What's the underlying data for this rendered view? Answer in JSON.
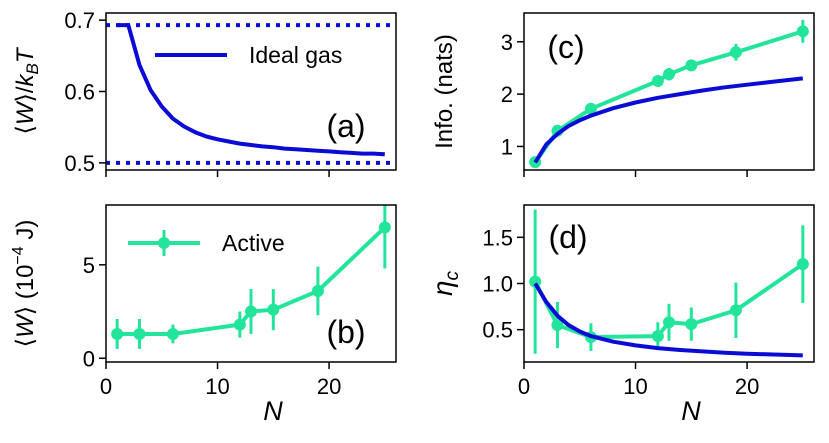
{
  "chart_data": [
    {
      "type": "line",
      "panel_label": "(a)",
      "ylabel": "⟨W⟩/kBT",
      "xlim": [
        0,
        26
      ],
      "ylim": [
        0.49,
        0.71
      ],
      "yticks": [
        0.5,
        0.6,
        0.7
      ],
      "yticklabels": [
        "0.5",
        "0.6",
        "0.7"
      ],
      "xticks": [
        0,
        10,
        20
      ],
      "show_xticklabels": false,
      "grid": false,
      "series": [
        {
          "name": "Ideal gas",
          "color": "#0b0bd6",
          "style": "solid",
          "x": [
            1,
            2,
            3,
            4,
            5,
            6,
            7,
            8,
            9,
            10,
            11,
            12,
            13,
            14,
            15,
            16,
            17,
            18,
            19,
            20,
            21,
            22,
            23,
            24,
            25
          ],
          "y": [
            0.693,
            0.693,
            0.637,
            0.602,
            0.579,
            0.562,
            0.551,
            0.543,
            0.537,
            0.533,
            0.53,
            0.527,
            0.525,
            0.523,
            0.522,
            0.52,
            0.519,
            0.518,
            0.517,
            0.516,
            0.515,
            0.514,
            0.513,
            0.513,
            0.512
          ]
        }
      ],
      "reference_lines": [
        {
          "y": 0.693,
          "color": "#0b0bd6",
          "style": "dotted"
        },
        {
          "y": 0.5,
          "color": "#0b0bd6",
          "style": "dotted"
        }
      ],
      "legend": {
        "placement": "top-right",
        "entries": [
          "Ideal gas"
        ]
      }
    },
    {
      "type": "line",
      "panel_label": "(b)",
      "ylabel": "⟨W⟩ (10−4 J)",
      "xlabel": "N",
      "xlim": [
        0,
        26
      ],
      "ylim": [
        -0.2,
        8.2
      ],
      "yticks": [
        0,
        5
      ],
      "yticklabels": [
        "0",
        "5"
      ],
      "xticks": [
        0,
        10,
        20
      ],
      "xticklabels": [
        "0",
        "10",
        "20"
      ],
      "grid": false,
      "series": [
        {
          "name": "Active",
          "color": "#22e59b",
          "style": "solid-markers-errorbars",
          "x": [
            1,
            3,
            6,
            12,
            13,
            15,
            19,
            25
          ],
          "y": [
            1.3,
            1.3,
            1.3,
            1.8,
            2.5,
            2.6,
            3.6,
            7.0
          ],
          "err": [
            0.8,
            0.8,
            0.5,
            0.7,
            1.2,
            1.1,
            1.3,
            2.2
          ]
        }
      ],
      "legend": {
        "placement": "top-left",
        "entries": [
          "Active"
        ]
      }
    },
    {
      "type": "line",
      "panel_label": "(c)",
      "ylabel": "Info. (nats)",
      "xlim": [
        0,
        26
      ],
      "ylim": [
        0.55,
        3.55
      ],
      "yticks": [
        1,
        2,
        3
      ],
      "yticklabels": [
        "1",
        "2",
        "3"
      ],
      "xticks": [
        0,
        10,
        20
      ],
      "show_xticklabels": false,
      "grid": false,
      "series": [
        {
          "name": "Active",
          "color": "#22e59b",
          "style": "solid-markers-errorbars",
          "x": [
            1,
            3,
            6,
            12,
            13,
            15,
            19,
            25
          ],
          "y": [
            0.7,
            1.3,
            1.72,
            2.25,
            2.38,
            2.55,
            2.8,
            3.2
          ],
          "err": [
            0.05,
            0.05,
            0.05,
            0.1,
            0.12,
            0.1,
            0.16,
            0.22
          ]
        },
        {
          "name": "Ideal gas",
          "color": "#0b0bd6",
          "style": "solid",
          "x": [
            1,
            2,
            3,
            4,
            5,
            6,
            8,
            10,
            12,
            14,
            16,
            18,
            20,
            22,
            25
          ],
          "y": [
            0.693,
            1.04,
            1.24,
            1.39,
            1.5,
            1.59,
            1.73,
            1.84,
            1.93,
            2.0,
            2.07,
            2.13,
            2.18,
            2.23,
            2.3
          ]
        }
      ]
    },
    {
      "type": "line",
      "panel_label": "(d)",
      "ylabel": "ηc",
      "xlabel": "N",
      "xlim": [
        0,
        26
      ],
      "ylim": [
        0.15,
        1.85
      ],
      "yticks": [
        0.5,
        1.0,
        1.5
      ],
      "yticklabels": [
        "0.5",
        "1.0",
        "1.5"
      ],
      "xticks": [
        0,
        10,
        20
      ],
      "xticklabels": [
        "0",
        "10",
        "20"
      ],
      "grid": false,
      "series": [
        {
          "name": "Active",
          "color": "#22e59b",
          "style": "solid-markers-errorbars",
          "x": [
            1,
            3,
            6,
            12,
            13,
            15,
            19,
            25
          ],
          "y": [
            1.02,
            0.55,
            0.42,
            0.43,
            0.58,
            0.56,
            0.71,
            1.21
          ],
          "err": [
            0.78,
            0.25,
            0.15,
            0.15,
            0.2,
            0.18,
            0.3,
            0.42
          ]
        },
        {
          "name": "Ideal gas",
          "color": "#0b0bd6",
          "style": "solid",
          "x": [
            1,
            2,
            3,
            4,
            5,
            6,
            8,
            10,
            12,
            14,
            16,
            18,
            20,
            22,
            25
          ],
          "y": [
            1.0,
            0.8,
            0.65,
            0.55,
            0.48,
            0.43,
            0.37,
            0.33,
            0.3,
            0.28,
            0.265,
            0.25,
            0.24,
            0.232,
            0.222
          ]
        }
      ]
    }
  ]
}
